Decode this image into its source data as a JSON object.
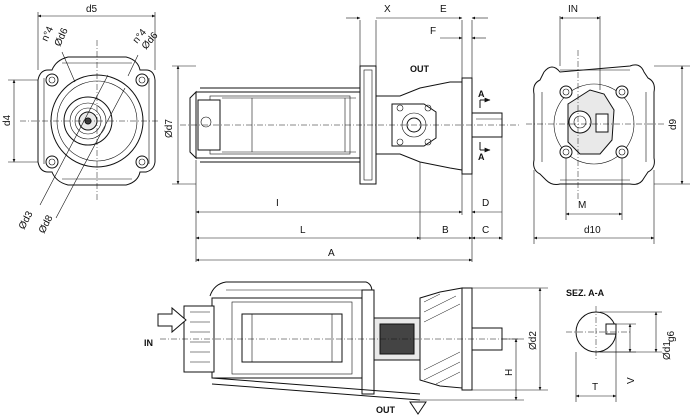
{
  "labels": {
    "d5": "d5",
    "n4_a": "n°4",
    "d6_a": "Ød6",
    "n4_b": "n°4",
    "d6_b": "Ød6",
    "d4": "d4",
    "d3": "Ød3",
    "d8": "Ød8",
    "x": "X",
    "e": "E",
    "f": "F",
    "out_top": "OUT",
    "a_top": "A",
    "a_bottom": "A",
    "d7": "Ød7",
    "l_small": "I",
    "l_big": "L",
    "a_total": "A",
    "b": "B",
    "c": "C",
    "d": "D",
    "in_top": "IN",
    "d9": "d9",
    "m": "M",
    "d10": "d10",
    "in_side": "IN",
    "d2": "Ød2",
    "h": "H",
    "out_bottom": "OUT",
    "section": "SEZ. A-A",
    "d1": "Ød1",
    "d1_tol": "g6",
    "t": "T",
    "v": "V"
  }
}
